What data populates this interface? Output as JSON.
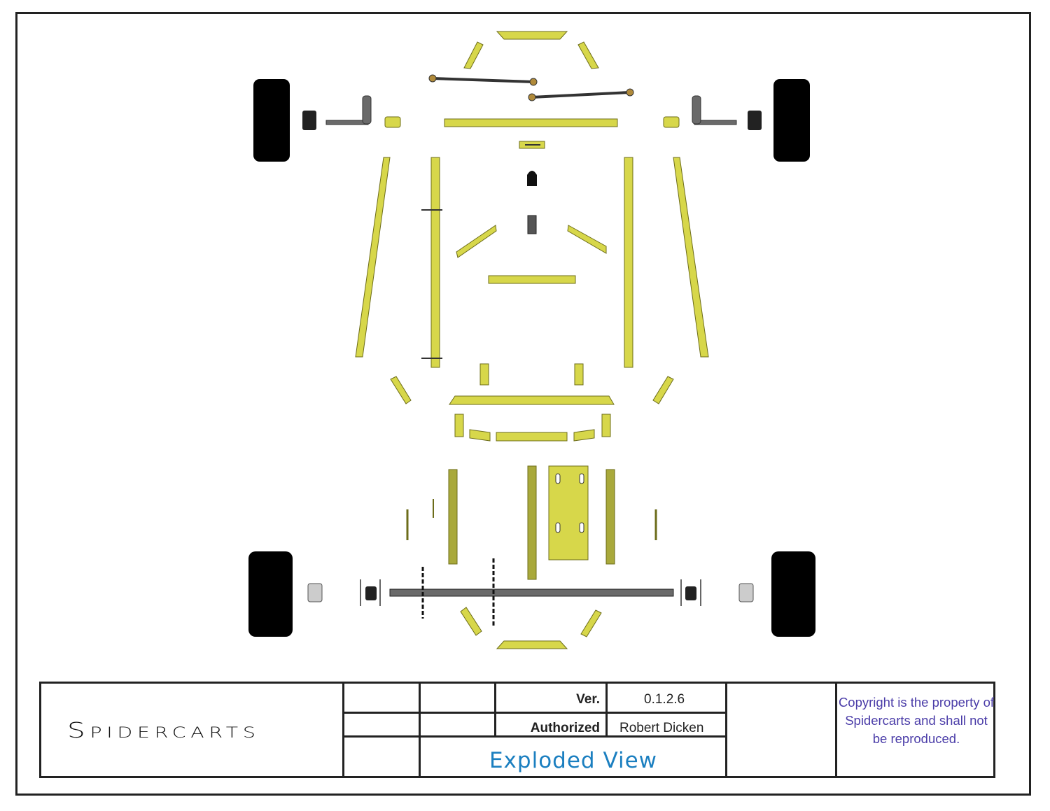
{
  "colors": {
    "part_fill": "#d7d74a",
    "part_stroke": "#6c6c1a",
    "part_dark_fill": "#a9a93b",
    "tire": "#000000",
    "metal": "#6a6a6a",
    "view_title": "#1b7fc0",
    "copyright": "#4a3ca8"
  },
  "title_block": {
    "brand": "Spidercarts",
    "version_label": "Ver.",
    "version_value": "0.1.2.6",
    "authorized_label": "Authorized",
    "authorized_value": "Robert Dicken",
    "view_title": "Exploded View",
    "copyright": "Copyright is the property of Spidercarts and shall not be reproduced."
  }
}
